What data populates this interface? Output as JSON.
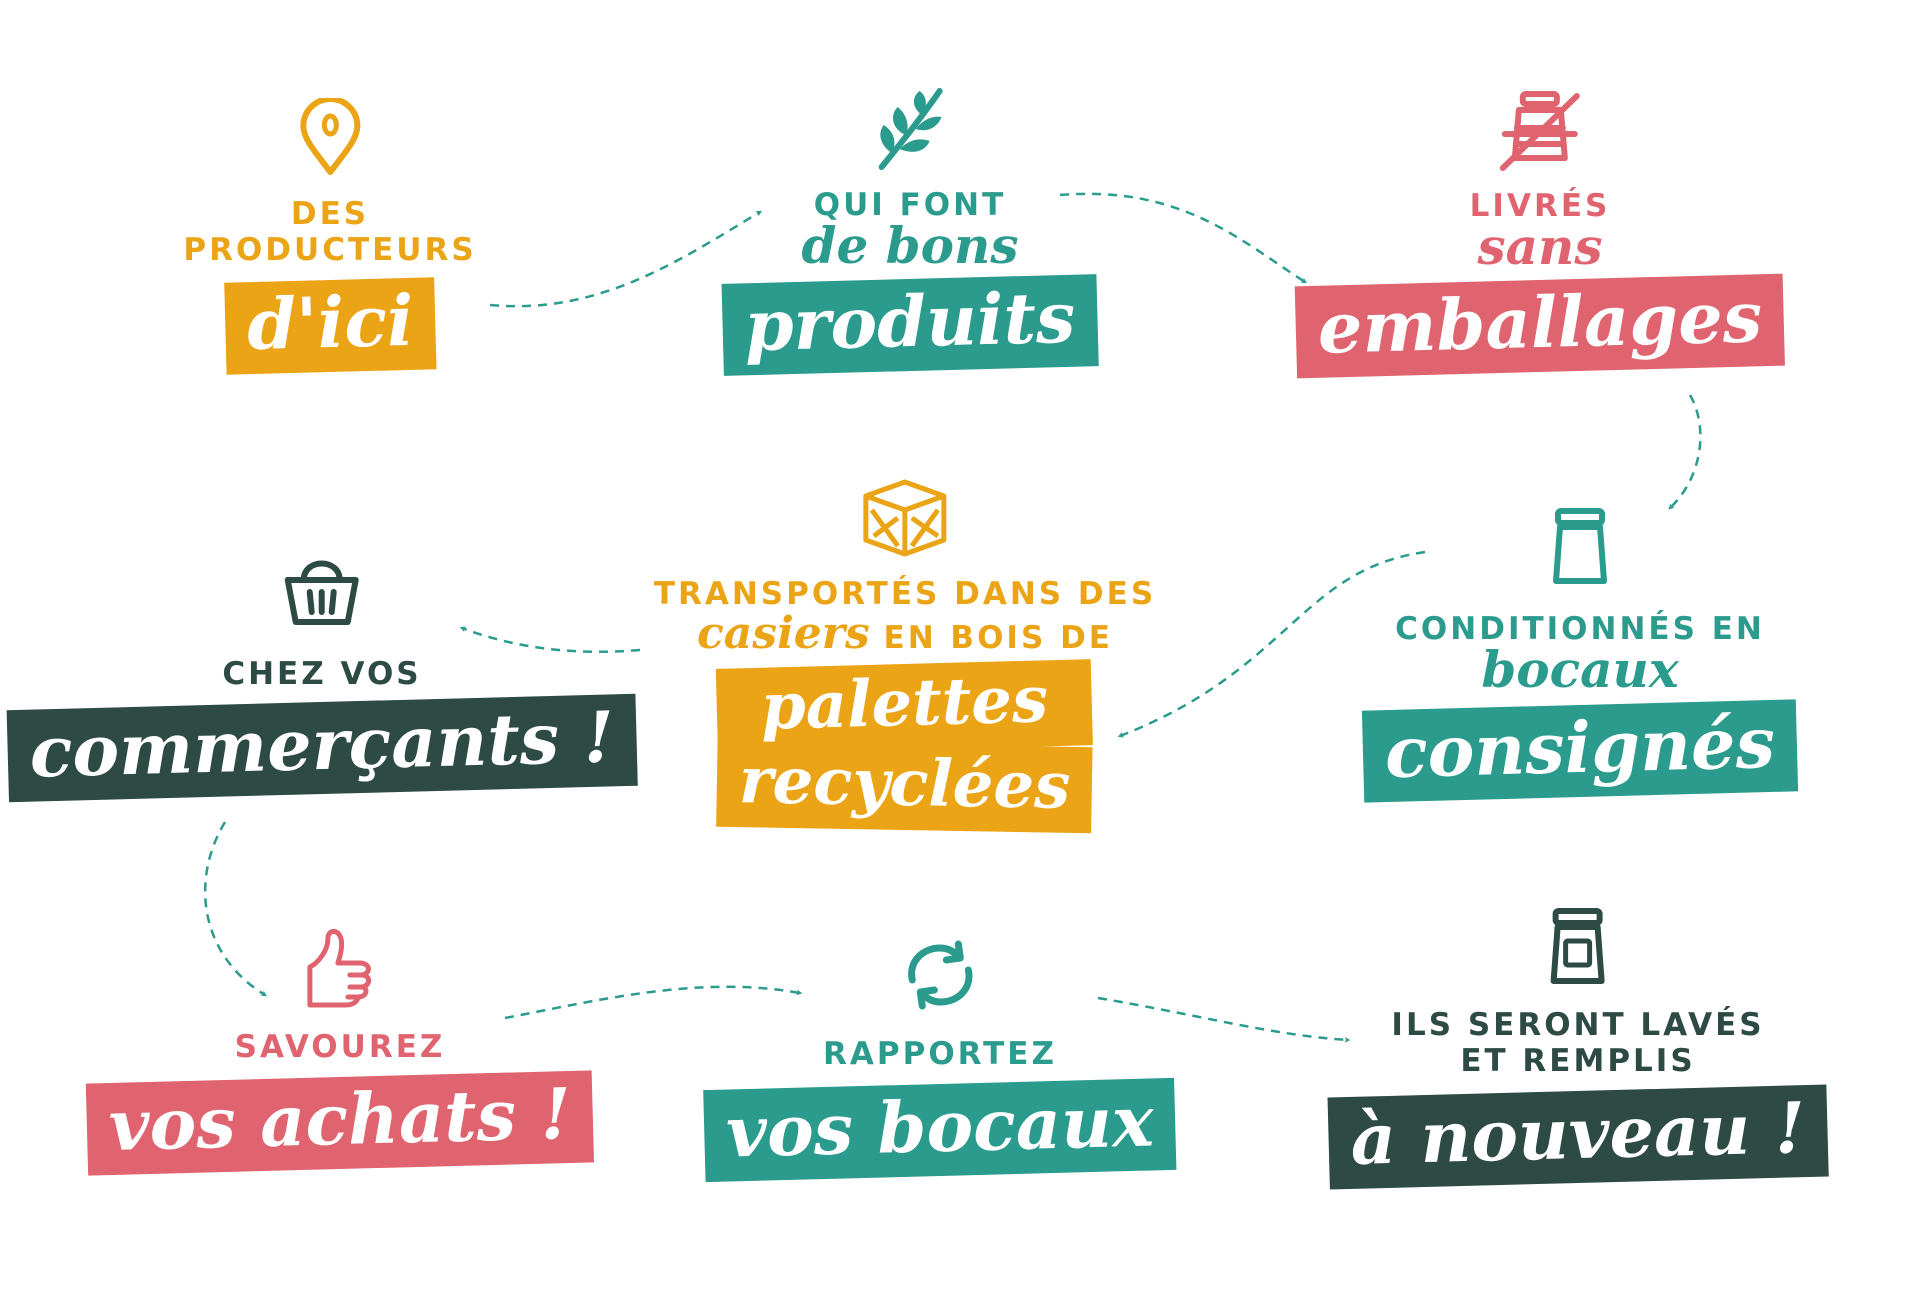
{
  "colors": {
    "yellow": "#eba416",
    "teal": "#2a9b8c",
    "pink": "#e06470",
    "dark": "#2d4a45",
    "arrow": "#2a9b8c"
  },
  "steps": {
    "producers": {
      "icon": "map-pin-icon",
      "line1": "DES",
      "line2": "PRODUCTEURS",
      "banner": "d'ici"
    },
    "products": {
      "icon": "leaf-icon",
      "line1": "QUI FONT",
      "script": "de bons",
      "banner": "produits"
    },
    "delivered": {
      "icon": "no-packaging-icon",
      "line1": "LIVRÉS",
      "script": "sans",
      "banner": "emballages"
    },
    "jarred": {
      "icon": "jar-icon",
      "line1": "CONDITIONNÉS EN",
      "script": "bocaux",
      "banner": "consignés"
    },
    "transported": {
      "icon": "crate-icon",
      "line1": "TRANSPORTÉS DANS DES",
      "script": "casiers",
      "line2": "EN BOIS DE",
      "banner1": "palettes",
      "banner2": "recyclées"
    },
    "shops": {
      "icon": "basket-icon",
      "line1": "CHEZ VOS",
      "banner": "commerçants !"
    },
    "enjoy": {
      "icon": "thumbs-up-icon",
      "line1": "SAVOUREZ",
      "banner": "vos achats !"
    },
    "return": {
      "icon": "recycle-arrows-icon",
      "line1": "RAPPORTEZ",
      "banner": "vos bocaux"
    },
    "refill": {
      "icon": "labeled-jar-icon",
      "line1": "ILS SERONT LAVÉS",
      "line2": "ET REMPLIS",
      "banner": "à nouveau !"
    }
  }
}
